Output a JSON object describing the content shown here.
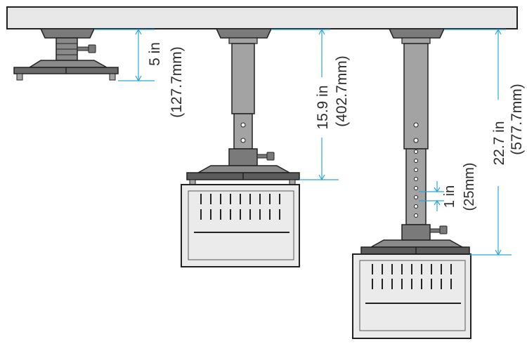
{
  "colors": {
    "outline": "#222222",
    "mount_gray": "#7a7a7a",
    "mount_dark": "#4d4d4d",
    "mount_light": "#a3a3a3",
    "ceiling_fill": "#e8e8e8",
    "projector_fill": "#ebebeb",
    "dimension_line": "#2aa8d8",
    "text": "#2b2b2b"
  },
  "icons": {
    "projector": "projector-icon",
    "ceiling_mount": "ceiling-mount-icon"
  },
  "dimensions": {
    "short": {
      "imperial": "5 in",
      "metric": "(127.7mm)"
    },
    "medium": {
      "imperial": "15.9 in",
      "metric": "(402.7mm)"
    },
    "long": {
      "imperial": "22.7 in",
      "metric": "(577.7mm)"
    },
    "hole_spacing": {
      "imperial": "1 in",
      "metric": "(25mm)"
    }
  }
}
